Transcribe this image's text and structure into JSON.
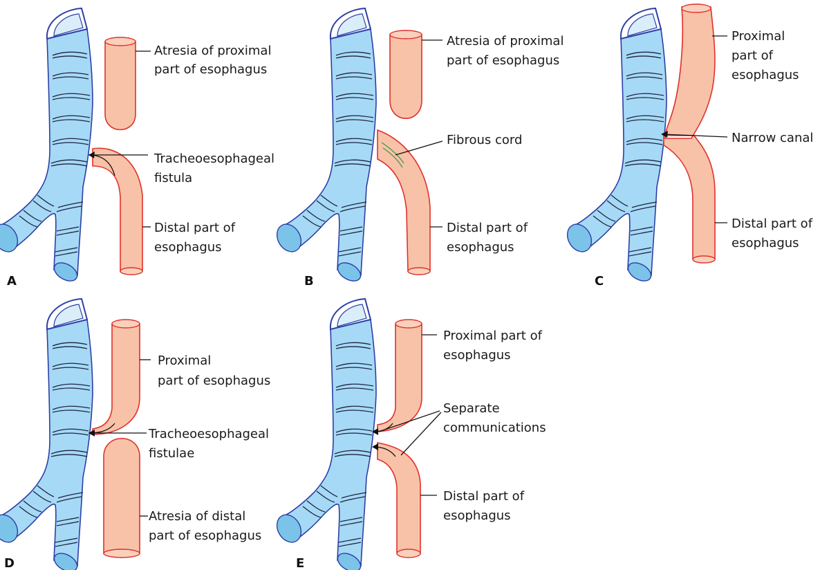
{
  "panels": [
    {
      "id": "A",
      "labels": [
        "Atresia of proximal",
        "part of esophagus",
        "Tracheoesophageal",
        "fistula",
        "Distal part of",
        "esophagus"
      ]
    },
    {
      "id": "B",
      "labels": [
        "Atresia of proximal",
        "part of esophagus",
        "Fibrous cord",
        "Distal part of",
        "esophagus"
      ]
    },
    {
      "id": "C",
      "labels": [
        "Proximal",
        "part of",
        "esophagus",
        "Narrow canal",
        "Distal part of",
        "esophagus"
      ]
    },
    {
      "id": "D",
      "labels": [
        "Proximal",
        "part of esophagus",
        "Tracheoesophageal",
        "fistulae",
        "Atresia of distal",
        "part of esophagus"
      ]
    },
    {
      "id": "E",
      "labels": [
        "Proximal part of",
        "esophagus",
        "Separate",
        "communications",
        "Distal part of",
        "esophagus"
      ]
    }
  ],
  "colors": {
    "trachea_fill": "#a6d9f5",
    "trachea_outline": "#2b3ea6",
    "esophagus_fill": "#f8c2a8",
    "esophagus_outline": "#e0302a",
    "fibrous_cord": "#3a9a4a"
  }
}
